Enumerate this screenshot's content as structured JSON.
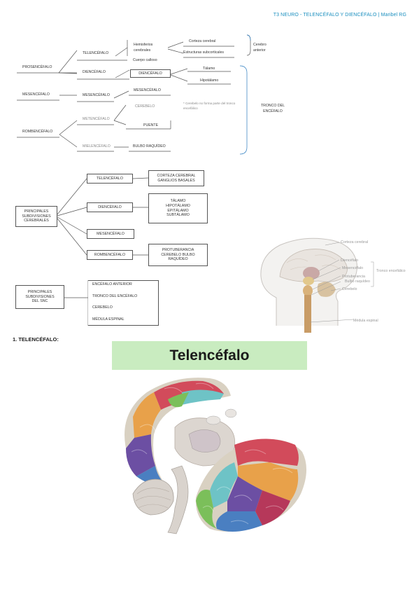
{
  "header": "T3 NEURO - TELENCÉFALO Y DIENCÉFALO | Maribel RG",
  "diagram1": {
    "prosencefalo": "PROSENCÉFALO",
    "telencefalo": "TELENCÉFALO",
    "hemisferios": "Hemisferios cerebrales",
    "corteza": "Corteza cerebral",
    "estructuras": "Estructuras subcorticales",
    "cuerpo_calloso": "Cuerpo calloso",
    "cerebro": "Cerebro anterior",
    "diencefalo": "DIENCÉFALO",
    "diencefalo_sub": "DIENCÉFALO",
    "talamo": "Tálamo",
    "hipotalamo": "Hipotálamo",
    "mesencefalo": "MESENCÉFALO",
    "mesencefalo_sub": "MESENCÉFALO",
    "mesencefalo_box": "MESENCÉFALO",
    "cerebelo": "CEREBELO",
    "rombencefalo": "ROMBENCÉFALO",
    "metencefalo": "METENCÉFALO",
    "puente": "PUENTE",
    "mielencefalo": "MIELENCÉFALO",
    "bulbo": "BULBO RAQUÍDEO",
    "note": "* Cerebelo no forma parte del tronco encefálico",
    "tronco": "TRONCO DEL ENCÉFALO"
  },
  "diagram2": {
    "principales": "PRINCIPALES SUBDIVISIONES CEREBRALES",
    "telencefalo": "TELENCÉFALO",
    "tel_items": "CORTEZA CEREBRAL GANGLIOS BASALES",
    "diencefalo": "DIENCÉFALO",
    "dien_items": "TÁLAMO HIPOTÁLAMO EPITÁLAMO SUBTÁLAMO",
    "mesencefalo": "MESENCÉFALO",
    "rombencefalo": "ROMBENCÉFALO",
    "romb_items": "PROTUBERANCIA CEREBELO BULBO RAQUÍDEO"
  },
  "diagram3": {
    "principales": "PRINCIPALES SUBDIVISIONES DEL SNC",
    "items": [
      "ENCÉFALO ANTERIOR",
      "TRONCO DEL ENCÉFALO",
      "CEREBELO",
      "MÉDULA ESPINAL"
    ]
  },
  "brain_labels": {
    "corteza": "Corteza cerebral",
    "diencefalo": "Diencéfalo",
    "mesencefalo": "Mesencéfalo",
    "protuberancia": "Protuberancia",
    "bulbo": "Bulbo raquídeo",
    "cerebelo": "Cerebelo",
    "tronco": "Tronco encefálico",
    "medula": "Médula espinal"
  },
  "section_title": "1.  TELENCÉFALO:",
  "banner": "Telencéfalo"
}
